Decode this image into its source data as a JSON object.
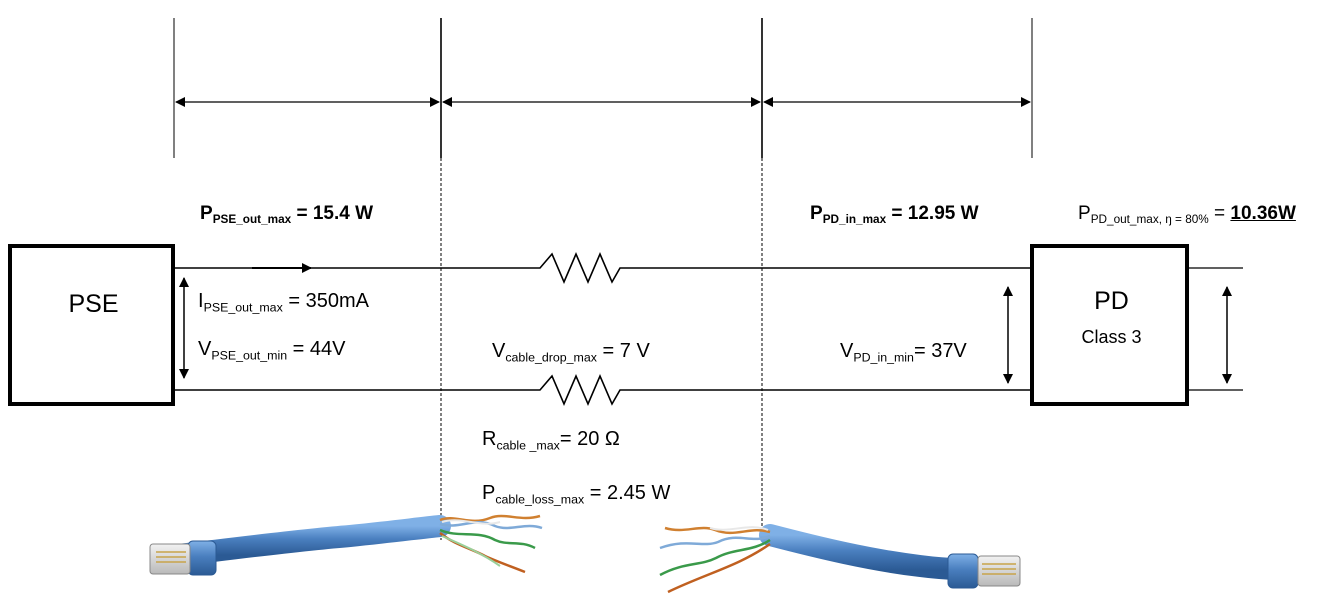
{
  "pse_box": {
    "label": "PSE"
  },
  "pd_box": {
    "label": "PD",
    "class_label": "Class 3"
  },
  "labels": {
    "p_pse_out_max": {
      "main": "P",
      "sub": "PSE_out_max",
      "rest": " = 15.4 W"
    },
    "i_pse_out_max": {
      "main": "I",
      "sub": "PSE_out_max",
      "rest": " = 350mA"
    },
    "v_pse_out_min": {
      "main": "V",
      "sub": "PSE_out_min",
      "rest": " = 44V"
    },
    "p_pd_in_max": {
      "main": "P",
      "sub": "PD_in_max",
      "rest": " = 12.95 W"
    },
    "p_pd_out_max": {
      "main": "P",
      "sub": "PD_out_max, ŋ = 80%",
      "eq": " = ",
      "value": "10.36W"
    },
    "v_cable_drop_max": {
      "main": "V",
      "sub": "cable_drop_max",
      "rest": " = 7 V"
    },
    "v_pd_in_min": {
      "main": "V",
      "sub": "PD_in_min",
      "rest": "= 37V"
    },
    "r_cable_max": {
      "main": "R",
      "sub": "cable _max",
      "rest": "= 20 Ω"
    },
    "p_cable_loss_max": {
      "main": "P",
      "sub": "cable_loss_max",
      "rest": " = 2.45 W"
    }
  },
  "colors": {
    "cable_blue": "#4a7fbf",
    "line": "#000000"
  }
}
